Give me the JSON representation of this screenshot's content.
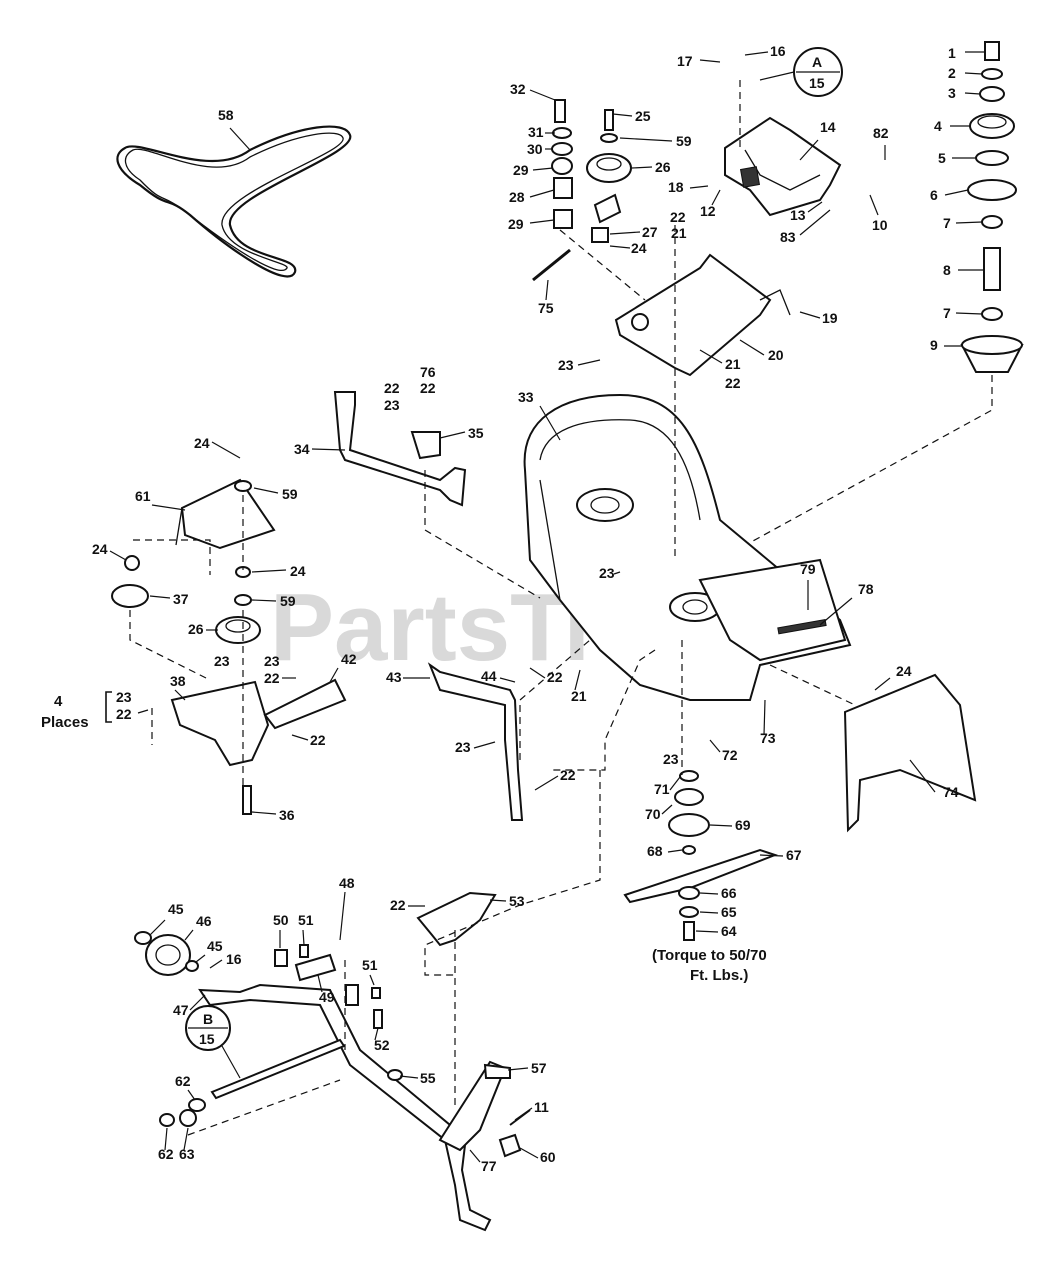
{
  "watermark": "PartsTree",
  "trademark": "™",
  "notes": {
    "four_places_line1": "4",
    "four_places_line2": "Places",
    "torque_line1": "(Torque to 50/70",
    "torque_line2": "Ft. Lbs.)"
  },
  "callouts": {
    "ref_a": {
      "letter": "A",
      "page": "15"
    },
    "ref_b": {
      "letter": "B",
      "page": "15"
    }
  },
  "labels": [
    {
      "id": "l1",
      "text": "1"
    },
    {
      "id": "l2",
      "text": "2"
    },
    {
      "id": "l3",
      "text": "3"
    },
    {
      "id": "l4",
      "text": "4"
    },
    {
      "id": "l5",
      "text": "5"
    },
    {
      "id": "l6",
      "text": "6"
    },
    {
      "id": "l7a",
      "text": "7"
    },
    {
      "id": "l8",
      "text": "8"
    },
    {
      "id": "l7b",
      "text": "7"
    },
    {
      "id": "l9",
      "text": "9"
    },
    {
      "id": "l10",
      "text": "10"
    },
    {
      "id": "l82",
      "text": "82"
    },
    {
      "id": "l83",
      "text": "83"
    },
    {
      "id": "l13",
      "text": "13"
    },
    {
      "id": "l14",
      "text": "14"
    },
    {
      "id": "l12",
      "text": "12"
    },
    {
      "id": "l18",
      "text": "18"
    },
    {
      "id": "l17",
      "text": "17"
    },
    {
      "id": "l16a",
      "text": "16"
    },
    {
      "id": "l32",
      "text": "32"
    },
    {
      "id": "l25",
      "text": "25"
    },
    {
      "id": "l31",
      "text": "31"
    },
    {
      "id": "l59a",
      "text": "59"
    },
    {
      "id": "l30",
      "text": "30"
    },
    {
      "id": "l26a",
      "text": "26"
    },
    {
      "id": "l29a",
      "text": "29"
    },
    {
      "id": "l28",
      "text": "28"
    },
    {
      "id": "l29b",
      "text": "29"
    },
    {
      "id": "l27",
      "text": "27"
    },
    {
      "id": "l24a",
      "text": "24"
    },
    {
      "id": "l22a",
      "text": "22"
    },
    {
      "id": "l21a",
      "text": "21"
    },
    {
      "id": "l75",
      "text": "75"
    },
    {
      "id": "l19",
      "text": "19"
    },
    {
      "id": "l20",
      "text": "20"
    },
    {
      "id": "l23a",
      "text": "23"
    },
    {
      "id": "l21b",
      "text": "21"
    },
    {
      "id": "l22b",
      "text": "22"
    },
    {
      "id": "l58",
      "text": "58"
    },
    {
      "id": "l33",
      "text": "33"
    },
    {
      "id": "l76",
      "text": "76"
    },
    {
      "id": "l22c",
      "text": "22"
    },
    {
      "id": "l22d",
      "text": "22"
    },
    {
      "id": "l23b",
      "text": "23"
    },
    {
      "id": "l35",
      "text": "35"
    },
    {
      "id": "l34",
      "text": "34"
    },
    {
      "id": "l24b",
      "text": "24"
    },
    {
      "id": "l59b",
      "text": "59"
    },
    {
      "id": "l61",
      "text": "61"
    },
    {
      "id": "l24c",
      "text": "24"
    },
    {
      "id": "l24d",
      "text": "24"
    },
    {
      "id": "l37",
      "text": "37"
    },
    {
      "id": "l59c",
      "text": "59"
    },
    {
      "id": "l26b",
      "text": "26"
    },
    {
      "id": "l23c",
      "text": "23"
    },
    {
      "id": "l23d",
      "text": "23"
    },
    {
      "id": "l22e",
      "text": "22"
    },
    {
      "id": "l42",
      "text": "42"
    },
    {
      "id": "l38",
      "text": "38"
    },
    {
      "id": "l23e",
      "text": "23"
    },
    {
      "id": "l22f",
      "text": "22"
    },
    {
      "id": "l22g",
      "text": "22"
    },
    {
      "id": "l36",
      "text": "36"
    },
    {
      "id": "l23f",
      "text": "23"
    },
    {
      "id": "l43",
      "text": "43"
    },
    {
      "id": "l44",
      "text": "44"
    },
    {
      "id": "l22h",
      "text": "22"
    },
    {
      "id": "l21c",
      "text": "21"
    },
    {
      "id": "l23g",
      "text": "23"
    },
    {
      "id": "l22i",
      "text": "22"
    },
    {
      "id": "l79",
      "text": "79"
    },
    {
      "id": "l78",
      "text": "78"
    },
    {
      "id": "l24e",
      "text": "24"
    },
    {
      "id": "l73",
      "text": "73"
    },
    {
      "id": "l72",
      "text": "72"
    },
    {
      "id": "l23h",
      "text": "23"
    },
    {
      "id": "l74",
      "text": "74"
    },
    {
      "id": "l71",
      "text": "71"
    },
    {
      "id": "l70",
      "text": "70"
    },
    {
      "id": "l69",
      "text": "69"
    },
    {
      "id": "l68",
      "text": "68"
    },
    {
      "id": "l67",
      "text": "67"
    },
    {
      "id": "l66",
      "text": "66"
    },
    {
      "id": "l65",
      "text": "65"
    },
    {
      "id": "l64",
      "text": "64"
    },
    {
      "id": "l48",
      "text": "48"
    },
    {
      "id": "l22j",
      "text": "22"
    },
    {
      "id": "l53",
      "text": "53"
    },
    {
      "id": "l45a",
      "text": "45"
    },
    {
      "id": "l46",
      "text": "46"
    },
    {
      "id": "l50",
      "text": "50"
    },
    {
      "id": "l51a",
      "text": "51"
    },
    {
      "id": "l45b",
      "text": "45"
    },
    {
      "id": "l16b",
      "text": "16"
    },
    {
      "id": "l49",
      "text": "49"
    },
    {
      "id": "l51b",
      "text": "51"
    },
    {
      "id": "l47",
      "text": "47"
    },
    {
      "id": "l52",
      "text": "52"
    },
    {
      "id": "l55",
      "text": "55"
    },
    {
      "id": "l57",
      "text": "57"
    },
    {
      "id": "l62a",
      "text": "62"
    },
    {
      "id": "l11",
      "text": "11"
    },
    {
      "id": "l62b",
      "text": "62"
    },
    {
      "id": "l63",
      "text": "63"
    },
    {
      "id": "l77",
      "text": "77"
    },
    {
      "id": "l60",
      "text": "60"
    }
  ]
}
